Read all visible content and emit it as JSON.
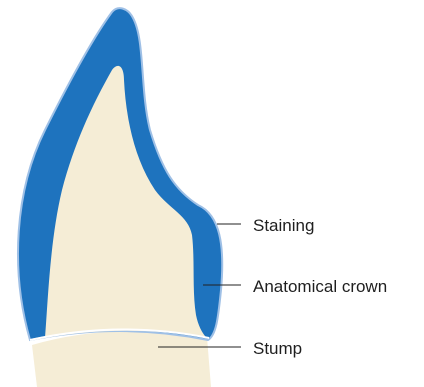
{
  "labels": {
    "staining": "Staining",
    "anatomical_crown": "Anatomical crown",
    "stump": "Stump"
  },
  "colors": {
    "staining_layer": "#1e73be",
    "staining_outline": "#9fc0e6",
    "tooth_body": "#f5edd6",
    "leader_line": "#222222",
    "boundary_line": "#ffffff"
  }
}
